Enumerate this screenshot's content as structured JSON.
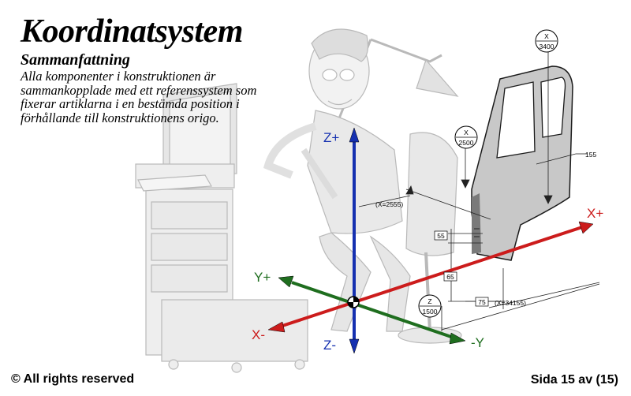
{
  "slide": {
    "title": "Koordinatsystem",
    "subtitle": "Sammanfattning",
    "body": "Alla komponenter i konstruktionen är sammankopplade med ett referenssystem som fixerar artiklarna i en bestämda position i förhållande till konstruktionens origo.",
    "footer_copyright": "© All rights reserved",
    "footer_page": "Sida 15 av (15)"
  },
  "axes": {
    "z_pos": "Z+",
    "z_neg": "Z-",
    "x_pos": "X+",
    "x_neg": "X-",
    "y_pos": "Y+",
    "y_neg": "-Y",
    "colors": {
      "z": "#1530b0",
      "x": "#cc1c1c",
      "y": "#1f6e1f"
    }
  },
  "callouts": {
    "x3400_axis": "X",
    "x3400_value": "3400",
    "x2500_axis": "X",
    "x2500_value": "2500",
    "z1500_axis": "Z",
    "z1500_value": "1500"
  },
  "dimensions": {
    "d155": "155",
    "x2555": "(X=2555)",
    "d55": "55",
    "d65": "65",
    "d75": "75",
    "x34155": "(X=34155)"
  },
  "illustration": "office-worker-at-desk"
}
